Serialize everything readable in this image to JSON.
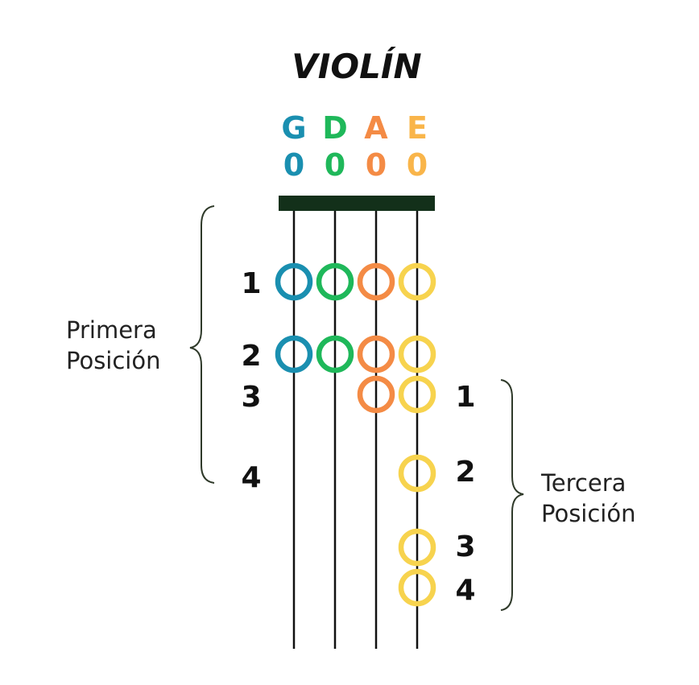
{
  "title": "VIOLÍN",
  "strings": [
    {
      "name": "G",
      "open": "0",
      "color": "#1a8fb0"
    },
    {
      "name": "D",
      "open": "0",
      "color": "#1fb85a"
    },
    {
      "name": "A",
      "open": "0",
      "color": "#f48b45"
    },
    {
      "name": "E",
      "open": "0",
      "color": "#f9b54a"
    }
  ],
  "circle_colors": [
    "#1a8fb0",
    "#1fb85a",
    "#f48b45",
    "#f7d34e"
  ],
  "nut_color": "#13301a",
  "first_position": {
    "label_line1": "Primera",
    "label_line2": "Posición",
    "fingers": [
      "1",
      "2",
      "3",
      "4"
    ]
  },
  "third_position": {
    "label_line1": "Tercera",
    "label_line2": "Posición",
    "fingers": [
      "1",
      "2",
      "3",
      "4"
    ]
  }
}
